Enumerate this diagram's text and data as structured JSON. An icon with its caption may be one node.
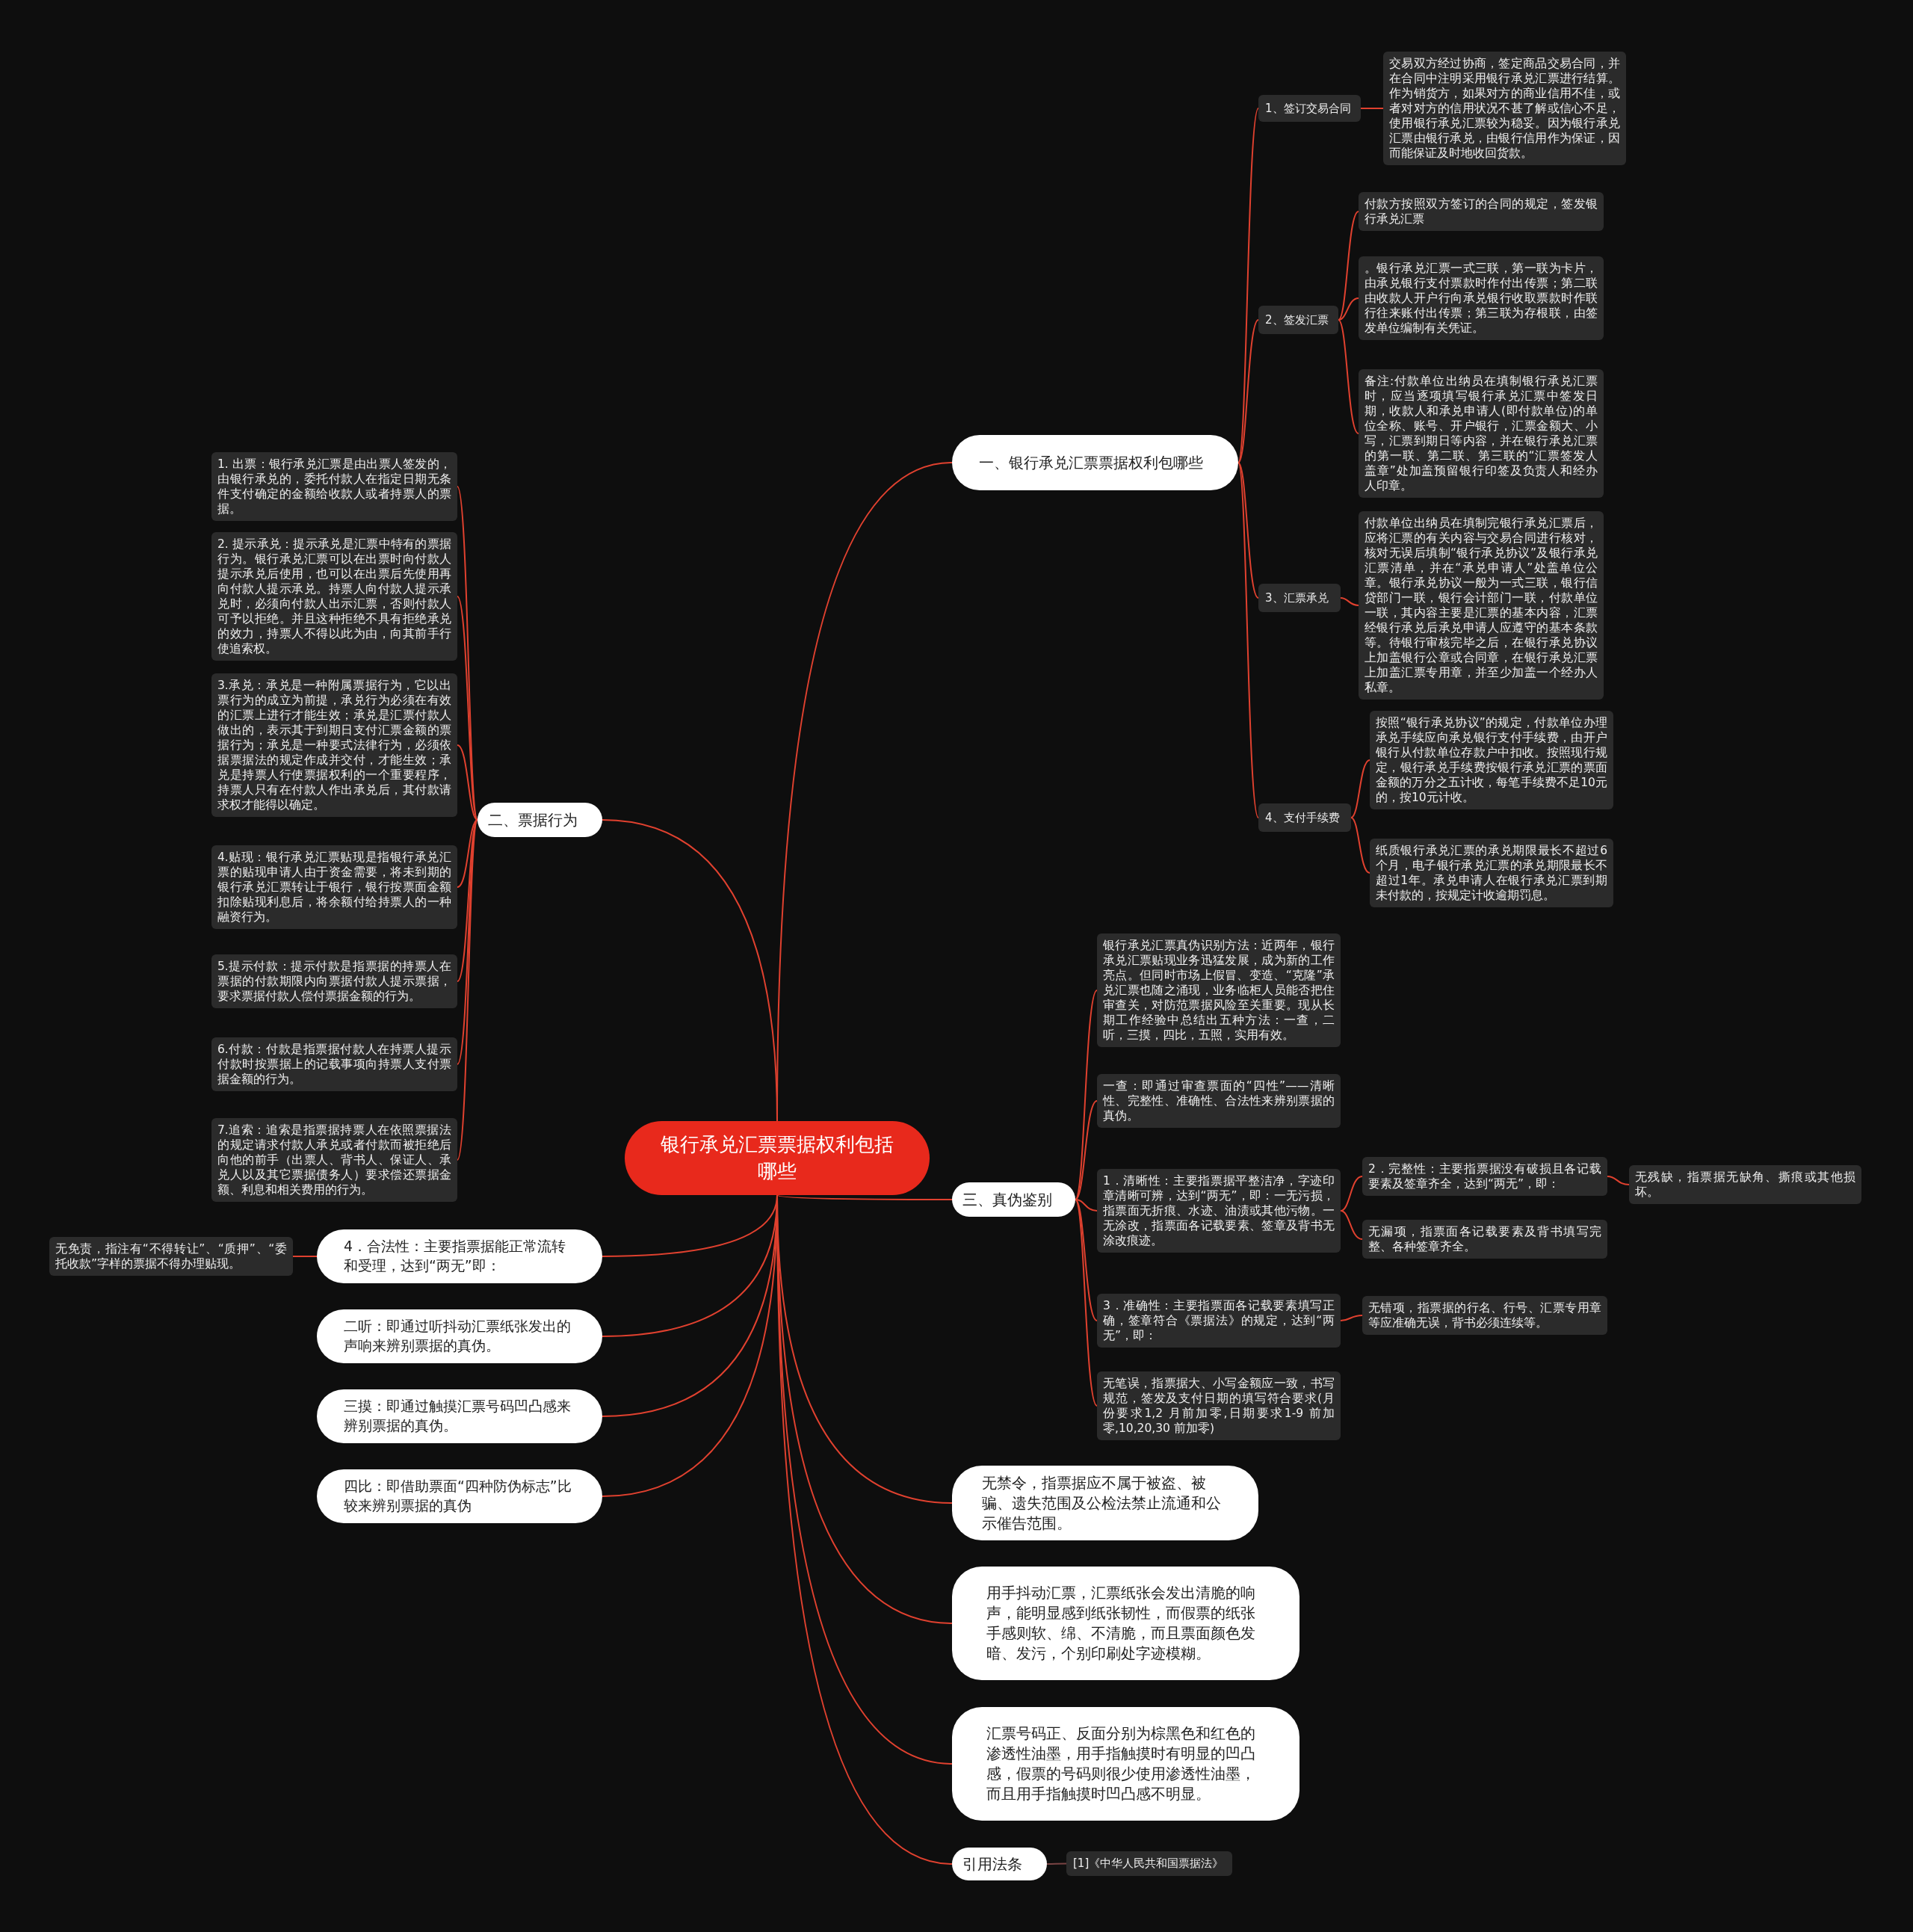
{
  "diagram": {
    "nodes": [
      {
        "text": [
          "银行承兑汇票票据权利包括哪些"
        ]
      },
      {
        "text": [
          "一、银行承兑汇票票据权利包哪些"
        ]
      },
      {
        "text": [
          "1、签订交易合同"
        ]
      },
      {
        "text": [
          "交易双方经过协商，签定商品交易合同，并在合同中注明采用银行承兑汇票进行结算。作为销货方，如果对方的商业信用不佳，或者对对方的信用状况不甚了解或信心不足，使用银行承兑汇票较为稳妥。因为银行承兑汇票由银行承兑，由银行信用作为保证，因而能保证及时地收回货款。"
        ]
      },
      {
        "text": [
          "2、签发汇票"
        ]
      },
      {
        "text": [
          "付款方按照双方签订的合同的规定，签发银行承兑汇票"
        ]
      },
      {
        "text": [
          "。银行承兑汇票一式三联，第一联为卡片，由承兑银行支付票款时作付出传票；第二联由收款人开户行向承兑银行收取票款时作联行往来账付出传票；第三联为存根联，由签发单位编制有关凭证。"
        ]
      },
      {
        "text": [
          "备注:付款单位出纳员在填制银行承兑汇票时，应当逐项填写银行承兑汇票中签发日期，收款人和承兑申请人(即付款单位)的单位全称、账号、开户银行，汇票金额大、小写，汇票到期日等内容，并在银行承兑汇票的第一联、第二联、第三联的“汇票签发人盖章”处加盖预留银行印签及负责人和经办人印章。"
        ]
      },
      {
        "text": [
          "3、汇票承兑"
        ]
      },
      {
        "text": [
          "付款单位出纳员在填制完银行承兑汇票后，应将汇票的有关内容与交易合同进行核对，核对无误后填制“银行承兑协议”及银行承兑汇票清单，并在“承兑申请人”处盖单位公章。银行承兑协议一般为一式三联，银行信贷部门一联，银行会计部门一联，付款单位一联，其内容主要是汇票的基本内容，汇票经银行承兑后承兑申请人应遵守的基本条款等。待银行审核完毕之后，在银行承兑协议上加盖银行公章或合同章，在银行承兑汇票上加盖汇票专用章，并至少加盖一个经办人私章。"
        ]
      },
      {
        "text": [
          "4、支付手续费"
        ]
      },
      {
        "text": [
          "按照“银行承兑协议”的规定，付款单位办理承兑手续应向承兑银行支付手续费，由开户银行从付款单位存款户中扣收。按照现行规定，银行承兑手续费按银行承兑汇票的票面金额的万分之五计收，每笔手续费不足10元的，按10元计收。"
        ]
      },
      {
        "text": [
          "纸质银行承兑汇票的承兑期限最长不超过6个月，电子银行承兑汇票的承兑期限最长不超过1年。承兑申请人在银行承兑汇票到期未付款的，按规定计收逾期罚息。"
        ]
      },
      {
        "text": [
          "二、票据行为"
        ]
      },
      {
        "text": [
          "1. 出票：银行承兑汇票是由出票人签发的，由银行承兑的，委托付款人在指定日期无条件支付确定的金额给收款人或者持票人的票据。"
        ]
      },
      {
        "text": [
          "2. 提示承兑：提示承兑是汇票中特有的票据行为。银行承兑汇票可以在出票时向付款人提示承兑后使用，也可以在出票后先使用再向付款人提示承兑。持票人向付款人提示承兑时，必须向付款人出示汇票，否则付款人可予以拒绝。并且这种拒绝不具有拒绝承兑的效力，持票人不得以此为由，向其前手行使追索权。"
        ]
      },
      {
        "text": [
          "3.承兑：承兑是一种附属票据行为，它以出票行为的成立为前提，承兑行为必须在有效的汇票上进行才能生效；承兑是汇票付款人做出的，表示其于到期日支付汇票金额的票据行为；承兑是一种要式法律行为，必须依据票据法的规定作成并交付，才能生效；承兑是持票人行使票据权利的一个重要程序，持票人只有在付款人作出承兑后，其付款请求权才能得以确定。"
        ]
      },
      {
        "text": [
          "4.贴现：银行承兑汇票贴现是指银行承兑汇票的贴现申请人由于资金需要，将未到期的银行承兑汇票转让于银行，银行按票面金额扣除贴现利息后，将余额付给持票人的一种融资行为。"
        ]
      },
      {
        "text": [
          "5.提示付款：提示付款是指票据的持票人在票据的付款期限内向票据付款人提示票据，要求票据付款人偿付票据金额的行为。"
        ]
      },
      {
        "text": [
          "6.付款：付款是指票据付款人在持票人提示付款时按票据上的记载事项向持票人支付票据金额的行为。"
        ]
      },
      {
        "text": [
          "7.追索：追索是指票据持票人在依照票据法的规定请求付款人承兑或者付款而被拒绝后向他的前手（出票人、背书人、保证人、承兑人以及其它票据债务人）要求偿还票据金额、利息和相关费用的行为。"
        ]
      },
      {
        "text": [
          "三、真伪鉴别"
        ]
      },
      {
        "text": [
          "银行承兑汇票真伪识别方法：近两年，银行承兑汇票贴现业务迅猛发展，成为新的工作亮点。但同时市场上假冒、变造、“克隆”承兑汇票也随之涌现，业务临柜人员能否把住审查关，对防范票据风险至关重要。现从长期工作经验中总结出五种方法：一查，二听，三摸，四比，五照，实用有效。"
        ]
      },
      {
        "text": [
          "一查：即通过审查票面的“四性”——清晰性、完整性、准确性、合法性来辨别票据的真伪。"
        ]
      },
      {
        "text": [
          "1．清晰性：主要指票据平整洁净，字迹印章清晰可辨，达到“两无”，即：一无污损，指票面无折痕、水迹、油渍或其他污物。一无涂改，指票面各记载要素、签章及背书无涂改痕迹。"
        ]
      },
      {
        "text": [
          "2．完整性：主要指票据没有破损且各记载要素及签章齐全，达到“两无”，即："
        ]
      },
      {
        "text": [
          "无残缺，指票据无缺角、撕痕或其他损坏。"
        ]
      },
      {
        "text": [
          "无漏项，指票面各记载要素及背书填写完整、各种签章齐全。"
        ]
      },
      {
        "text": [
          "3．准确性：主要指票面各记载要素填写正确，签章符合《票据法》的规定，达到“两无”，即："
        ]
      },
      {
        "text": [
          "无错项，指票据的行名、行号、汇票专用章等应准确无误，背书必须连续等。"
        ]
      },
      {
        "text": [
          "无笔误，指票据大、小写金额应一致，书写规范，签发及支付日期的填写符合要求(月份要求1,2 月前加零,日期要求1-9 前加零,10,20,30 前加零)"
        ]
      },
      {
        "text": [
          "4．合法性：主要指票据能正常流转和受理，达到“两无”即："
        ]
      },
      {
        "text": [
          "无免责，指注有“不得转让”、“质押”、“委托收款”字样的票据不得办理贴现。"
        ]
      },
      {
        "text": [
          "二听：即通过听抖动汇票纸张发出的声响来辨别票据的真伪。"
        ]
      },
      {
        "text": [
          "三摸：即通过触摸汇票号码凹凸感来辨别票据的真伪。"
        ]
      },
      {
        "text": [
          "四比：即借助票面“四种防伪标志”比较来辨别票据的真伪"
        ]
      },
      {
        "text": [
          "无禁令，指票据应不属于被盗、被骗、遗失范围及公检法禁止流通和公示催告范围。"
        ]
      },
      {
        "text": [
          "用手抖动汇票，汇票纸张会发出清脆的响声，能明显感到纸张韧性，而假票的纸张手感则软、绵、不清脆，而且票面颜色发暗、发污，个别印刷处字迹模糊。"
        ]
      },
      {
        "text": [
          "汇票号码正、反面分别为棕黑色和红色的渗透性油墨，用手指触摸时有明显的凹凸感，假票的号码则很少使用渗透性油墨，而且用手指触摸时凹凸感不明显。"
        ]
      },
      {
        "text": [
          "引用法条"
        ]
      },
      {
        "text": [
          "[1]《中华人民共和国票据法》"
        ]
      }
    ],
    "edges": [
      {
        "from": 0,
        "to": 1,
        "arrow": "none"
      },
      {
        "from": 1,
        "to": 2,
        "arrow": "none"
      },
      {
        "from": 2,
        "to": 3,
        "arrow": "none"
      },
      {
        "from": 1,
        "to": 4,
        "arrow": "none"
      },
      {
        "from": 4,
        "to": 5,
        "arrow": "none"
      },
      {
        "from": 4,
        "to": 6,
        "arrow": "none"
      },
      {
        "from": 4,
        "to": 7,
        "arrow": "none"
      },
      {
        "from": 1,
        "to": 8,
        "arrow": "none"
      },
      {
        "from": 8,
        "to": 9,
        "arrow": "none"
      },
      {
        "from": 1,
        "to": 10,
        "arrow": "none"
      },
      {
        "from": 10,
        "to": 11,
        "arrow": "none"
      },
      {
        "from": 10,
        "to": 12,
        "arrow": "none"
      },
      {
        "from": 0,
        "to": 13,
        "arrow": "none"
      },
      {
        "from": 13,
        "to": 14,
        "arrow": "none"
      },
      {
        "from": 13,
        "to": 15,
        "arrow": "none"
      },
      {
        "from": 13,
        "to": 16,
        "arrow": "none"
      },
      {
        "from": 13,
        "to": 17,
        "arrow": "none"
      },
      {
        "from": 13,
        "to": 18,
        "arrow": "none"
      },
      {
        "from": 13,
        "to": 19,
        "arrow": "none"
      },
      {
        "from": 13,
        "to": 20,
        "arrow": "none"
      },
      {
        "from": 0,
        "to": 21,
        "arrow": "none"
      },
      {
        "from": 21,
        "to": 22,
        "arrow": "none"
      },
      {
        "from": 21,
        "to": 23,
        "arrow": "none"
      },
      {
        "from": 21,
        "to": 24,
        "arrow": "none"
      },
      {
        "from": 24,
        "to": 25,
        "arrow": "none"
      },
      {
        "from": 25,
        "to": 26,
        "arrow": "none"
      },
      {
        "from": 24,
        "to": 27,
        "arrow": "none"
      },
      {
        "from": 21,
        "to": 28,
        "arrow": "none"
      },
      {
        "from": 28,
        "to": 29,
        "arrow": "none"
      },
      {
        "from": 21,
        "to": 30,
        "arrow": "none"
      },
      {
        "from": 0,
        "to": 31,
        "arrow": "none"
      },
      {
        "from": 31,
        "to": 32,
        "arrow": "none"
      },
      {
        "from": 0,
        "to": 33,
        "arrow": "none"
      },
      {
        "from": 0,
        "to": 34,
        "arrow": "none"
      },
      {
        "from": 0,
        "to": 35,
        "arrow": "none"
      },
      {
        "from": 0,
        "to": 36,
        "arrow": "none"
      },
      {
        "from": 0,
        "to": 37,
        "arrow": "none"
      },
      {
        "from": 0,
        "to": 38,
        "arrow": "none"
      },
      {
        "from": 0,
        "to": 39,
        "arrow": "none"
      },
      {
        "from": 39,
        "to": 40,
        "arrow": "none",
        "color": "#7a4444"
      }
    ]
  }
}
